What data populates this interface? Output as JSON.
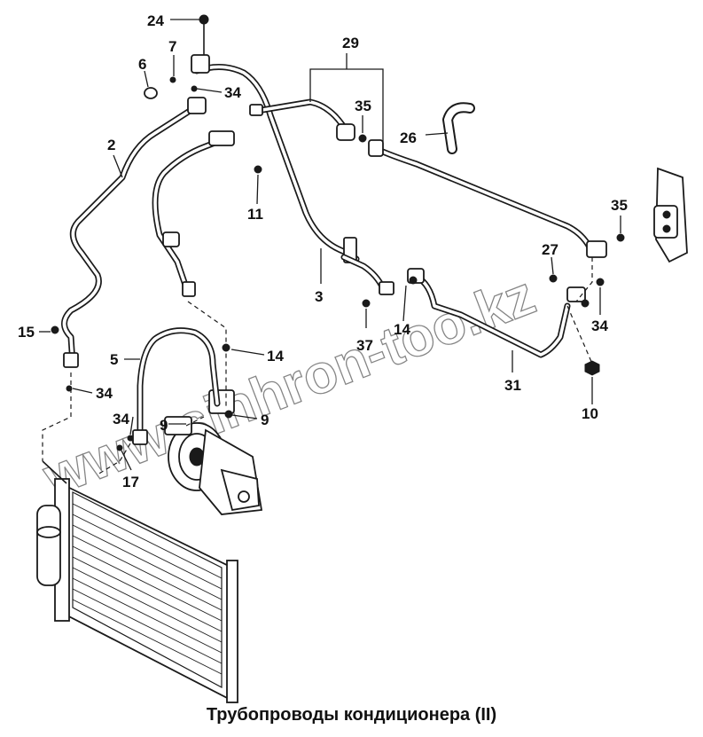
{
  "caption": "Трубопроводы кондиционера (II)",
  "watermark": "www.sinhron-too.kz",
  "callouts": [
    "24",
    "7",
    "6",
    "34",
    "29",
    "35",
    "26",
    "2",
    "11",
    "35",
    "27",
    "3",
    "14",
    "37",
    "34",
    "15",
    "5",
    "14",
    "31",
    "34",
    "34",
    "9",
    "9",
    "10",
    "17"
  ]
}
